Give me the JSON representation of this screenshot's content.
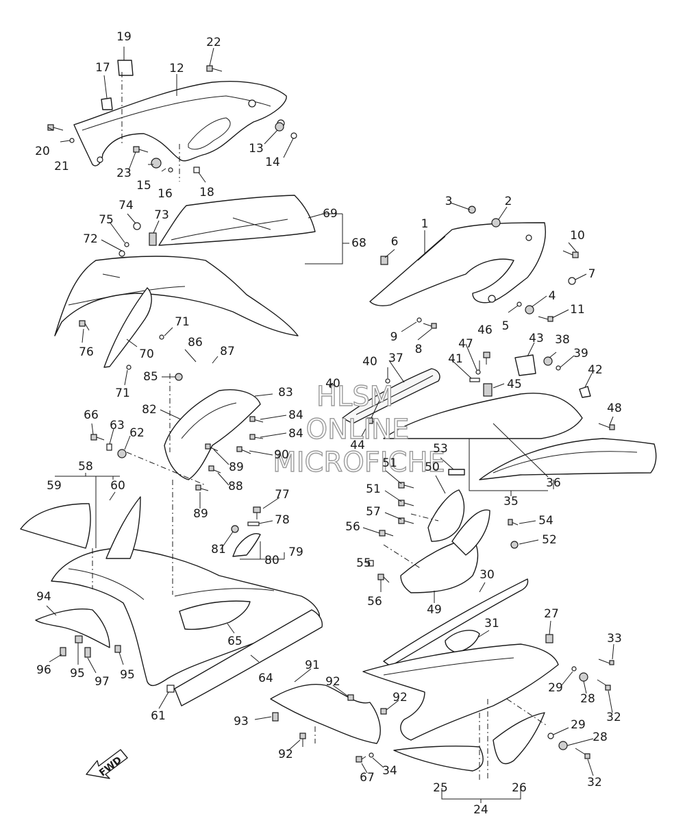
{
  "watermark": {
    "line1": "HLSM",
    "line2": "ONLINE",
    "line3": "MICROFICHE"
  },
  "fwd_label": "FWD",
  "callouts": [
    {
      "id": "c1",
      "label": "1"
    },
    {
      "id": "c2",
      "label": "2"
    },
    {
      "id": "c3",
      "label": "3"
    },
    {
      "id": "c4",
      "label": "4"
    },
    {
      "id": "c5",
      "label": "5"
    },
    {
      "id": "c6",
      "label": "6"
    },
    {
      "id": "c7",
      "label": "7"
    },
    {
      "id": "c8",
      "label": "8"
    },
    {
      "id": "c9",
      "label": "9"
    },
    {
      "id": "c10",
      "label": "10"
    },
    {
      "id": "c11",
      "label": "11"
    },
    {
      "id": "c12",
      "label": "12"
    },
    {
      "id": "c13",
      "label": "13"
    },
    {
      "id": "c14",
      "label": "14"
    },
    {
      "id": "c15",
      "label": "15"
    },
    {
      "id": "c16",
      "label": "16"
    },
    {
      "id": "c17",
      "label": "17"
    },
    {
      "id": "c18",
      "label": "18"
    },
    {
      "id": "c19",
      "label": "19"
    },
    {
      "id": "c20",
      "label": "20"
    },
    {
      "id": "c21",
      "label": "21"
    },
    {
      "id": "c22",
      "label": "22"
    },
    {
      "id": "c23",
      "label": "23"
    },
    {
      "id": "c24",
      "label": "24"
    },
    {
      "id": "c25",
      "label": "25"
    },
    {
      "id": "c26",
      "label": "26"
    },
    {
      "id": "c27",
      "label": "27"
    },
    {
      "id": "c28a",
      "label": "28"
    },
    {
      "id": "c28b",
      "label": "28"
    },
    {
      "id": "c29a",
      "label": "29"
    },
    {
      "id": "c29b",
      "label": "29"
    },
    {
      "id": "c30",
      "label": "30"
    },
    {
      "id": "c31",
      "label": "31"
    },
    {
      "id": "c32a",
      "label": "32"
    },
    {
      "id": "c32b",
      "label": "32"
    },
    {
      "id": "c33",
      "label": "33"
    },
    {
      "id": "c34",
      "label": "34"
    },
    {
      "id": "c35",
      "label": "35"
    },
    {
      "id": "c36",
      "label": "36"
    },
    {
      "id": "c37",
      "label": "37"
    },
    {
      "id": "c38",
      "label": "38"
    },
    {
      "id": "c39",
      "label": "39"
    },
    {
      "id": "c40a",
      "label": "40"
    },
    {
      "id": "c40b",
      "label": "40"
    },
    {
      "id": "c41",
      "label": "41"
    },
    {
      "id": "c42",
      "label": "42"
    },
    {
      "id": "c43",
      "label": "43"
    },
    {
      "id": "c44",
      "label": "44"
    },
    {
      "id": "c45",
      "label": "45"
    },
    {
      "id": "c46",
      "label": "46"
    },
    {
      "id": "c47",
      "label": "47"
    },
    {
      "id": "c48",
      "label": "48"
    },
    {
      "id": "c49",
      "label": "49"
    },
    {
      "id": "c50",
      "label": "50"
    },
    {
      "id": "c51a",
      "label": "51"
    },
    {
      "id": "c51b",
      "label": "51"
    },
    {
      "id": "c52",
      "label": "52"
    },
    {
      "id": "c53",
      "label": "53"
    },
    {
      "id": "c54",
      "label": "54"
    },
    {
      "id": "c55",
      "label": "55"
    },
    {
      "id": "c56a",
      "label": "56"
    },
    {
      "id": "c56b",
      "label": "56"
    },
    {
      "id": "c57",
      "label": "57"
    },
    {
      "id": "c58",
      "label": "58"
    },
    {
      "id": "c59",
      "label": "59"
    },
    {
      "id": "c60",
      "label": "60"
    },
    {
      "id": "c61",
      "label": "61"
    },
    {
      "id": "c62",
      "label": "62"
    },
    {
      "id": "c63",
      "label": "63"
    },
    {
      "id": "c64",
      "label": "64"
    },
    {
      "id": "c65",
      "label": "65"
    },
    {
      "id": "c66",
      "label": "66"
    },
    {
      "id": "c67",
      "label": "67"
    },
    {
      "id": "c68",
      "label": "68"
    },
    {
      "id": "c69",
      "label": "69"
    },
    {
      "id": "c70",
      "label": "70"
    },
    {
      "id": "c71a",
      "label": "71"
    },
    {
      "id": "c71b",
      "label": "71"
    },
    {
      "id": "c72",
      "label": "72"
    },
    {
      "id": "c73",
      "label": "73"
    },
    {
      "id": "c74",
      "label": "74"
    },
    {
      "id": "c75",
      "label": "75"
    },
    {
      "id": "c76",
      "label": "76"
    },
    {
      "id": "c77",
      "label": "77"
    },
    {
      "id": "c78",
      "label": "78"
    },
    {
      "id": "c79",
      "label": "79"
    },
    {
      "id": "c80",
      "label": "80"
    },
    {
      "id": "c81",
      "label": "81"
    },
    {
      "id": "c82",
      "label": "82"
    },
    {
      "id": "c83",
      "label": "83"
    },
    {
      "id": "c84a",
      "label": "84"
    },
    {
      "id": "c84b",
      "label": "84"
    },
    {
      "id": "c85",
      "label": "85"
    },
    {
      "id": "c86",
      "label": "86"
    },
    {
      "id": "c87",
      "label": "87"
    },
    {
      "id": "c88",
      "label": "88"
    },
    {
      "id": "c89a",
      "label": "89"
    },
    {
      "id": "c89b",
      "label": "89"
    },
    {
      "id": "c90",
      "label": "90"
    },
    {
      "id": "c91",
      "label": "91"
    },
    {
      "id": "c92a",
      "label": "92"
    },
    {
      "id": "c92b",
      "label": "92"
    },
    {
      "id": "c92c",
      "label": "92"
    },
    {
      "id": "c93",
      "label": "93"
    },
    {
      "id": "c94",
      "label": "94"
    },
    {
      "id": "c95a",
      "label": "95"
    },
    {
      "id": "c95b",
      "label": "95"
    },
    {
      "id": "c96",
      "label": "96"
    },
    {
      "id": "c97",
      "label": "97"
    }
  ]
}
